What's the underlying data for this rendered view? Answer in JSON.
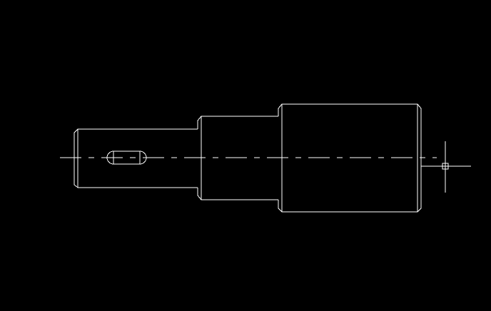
{
  "colors": {
    "background": "#000000",
    "lines": "#ffffff"
  },
  "drawing": {
    "type": "cad-shaft",
    "elements": [
      "shaft-outline",
      "keyway-slot",
      "centerline",
      "crosshair-cursor"
    ]
  }
}
